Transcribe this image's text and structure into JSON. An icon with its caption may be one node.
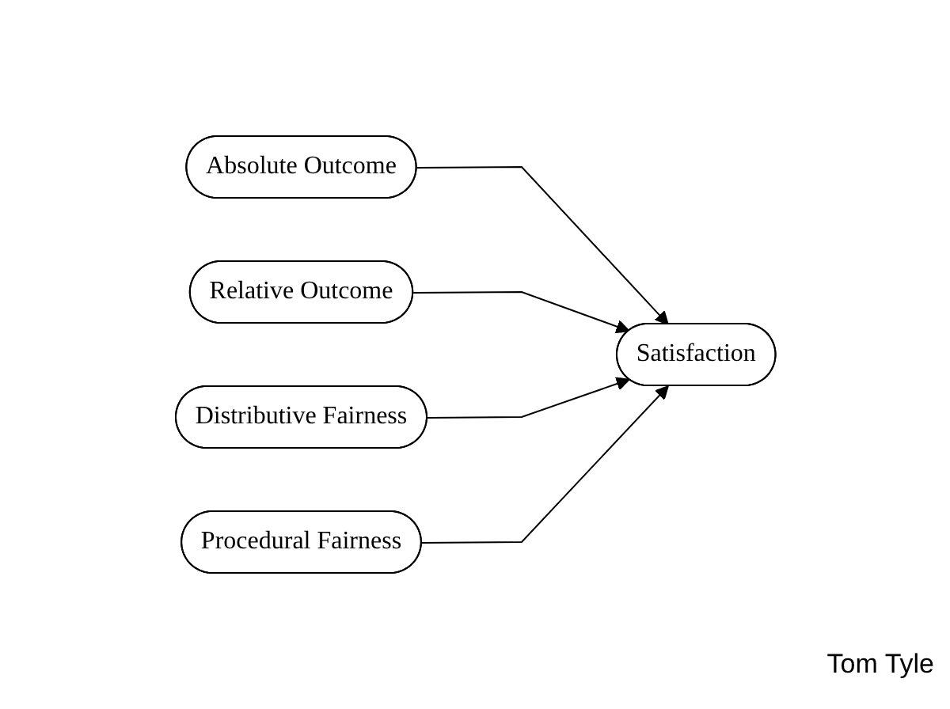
{
  "diagram": {
    "nodes": [
      {
        "text": [
          "Absolute Outcome"
        ]
      },
      {
        "text": [
          "Relative Outcome"
        ]
      },
      {
        "text": [
          "Distributive Fairness"
        ]
      },
      {
        "text": [
          "Procedural Fairness"
        ]
      },
      {
        "text": [
          "Satisfaction"
        ]
      }
    ],
    "edges": [
      {
        "from": 0,
        "to": 4,
        "arrow": "to"
      },
      {
        "from": 1,
        "to": 4,
        "arrow": "to"
      },
      {
        "from": 2,
        "to": 4,
        "arrow": "to"
      },
      {
        "from": 3,
        "to": 4,
        "arrow": "to"
      }
    ],
    "labels": [
      "Tom Tyle"
    ]
  }
}
